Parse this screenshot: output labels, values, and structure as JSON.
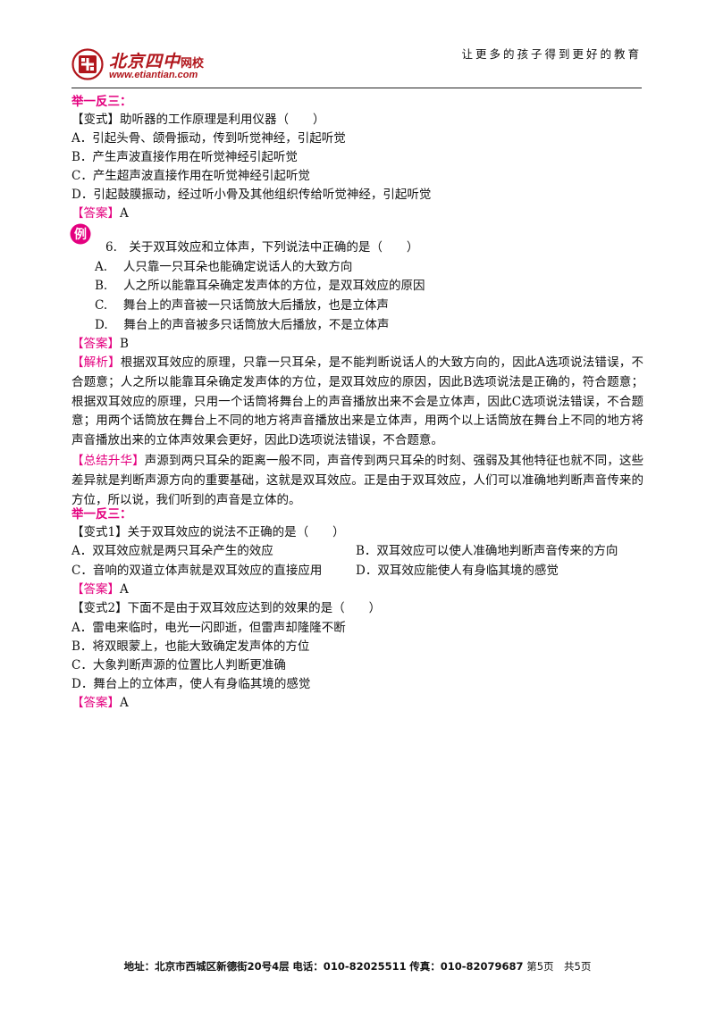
{
  "header": {
    "logo_text": "北京四中",
    "logo_suffix": "网校",
    "logo_url": "www.etiantian.com",
    "slogan": "让更多的孩子得到更好的教育"
  },
  "sections": {
    "s1_title": "举一反三：",
    "s1_q": "【变式】助听器的工作原理是利用仪器（　　）",
    "s1_options": [
      "A．引起头骨、颌骨振动，传到听觉神经，引起听觉",
      "B．产生声波直接作用在听觉神经引起听觉",
      "C．产生超声波直接作用在听觉神经引起听觉",
      "D．引起鼓膜振动，经过听小骨及其他组织传给听觉神经，引起听觉"
    ],
    "s1_answer_tag": "【答案】",
    "s1_answer": "A",
    "example_badge": "例",
    "ex6_q": "6.　关于双耳效应和立体声，下列说法中正确的是（　　）",
    "ex6_options": [
      "A.　 人只靠一只耳朵也能确定说话人的大致方向",
      "B.　 人之所以能靠耳朵确定发声体的方位，是双耳效应的原因",
      "C.　 舞台上的声音被一只话筒放大后播放，也是立体声",
      "D.　 舞台上的声音被多只话筒放大后播放，不是立体声"
    ],
    "ex6_answer_tag": "【答案】",
    "ex6_answer": "B",
    "ex6_analysis_tag": "【解析】",
    "ex6_analysis": "根据双耳效应的原理，只靠一只耳朵，是不能判断说话人的大致方向的，因此A选项说法错误，不合题意；人之所以能靠耳朵确定发声体的方位，是双耳效应的原因，因此B选项说法是正确的，符合题意；根据双耳效应的原理，只用一个话筒将舞台上的声音播放出来不会是立体声，因此C选项说法错误，不合题意；用两个话筒放在舞台上不同的地方将声音播放出来是立体声，用两个以上话筒放在舞台上不同的地方将声音播放出来的立体声效果会更好，因此D选项说法错误，不合题意。",
    "ex6_summary_tag": "【总结升华】",
    "ex6_summary": "声源到两只耳朵的距离一般不同，声音传到两只耳朵的时刻、强弱及其他特征也就不同，这些差异就是判断声源方向的重要基础，这就是双耳效应。正是由于双耳效应，人们可以准确地判断声音传来的方位，所以说，我们听到的声音是立体的。",
    "s2_title": "举一反三：",
    "v1_q": "【变式1】关于双耳效应的说法不正确的是（　　）",
    "v1_options": [
      "A．双耳效应就是两只耳朵产生的效应",
      "B．双耳效应可以使人准确地判断声音传来的方向",
      "C．音响的双道立体声就是双耳效应的直接应用",
      "D．双耳效应能使人有身临其境的感觉"
    ],
    "v1_answer_tag": "【答案】",
    "v1_answer": "A",
    "v2_q": "【变式2】下面不是由于双耳效应达到的效果的是（　　）",
    "v2_options": [
      "A．雷电来临时，电光一闪即逝，但雷声却隆隆不断",
      "B．将双眼蒙上，也能大致确定发声体的方位",
      "C．大象判断声源的位置比人判断更准确",
      "D．舞台上的立体声，使人有身临其境的感觉"
    ],
    "v2_answer_tag": "【答案】",
    "v2_answer": "A"
  },
  "footer": {
    "address_label": "地址：北京市西城区新德街20号4层",
    "phone_label": "电话：010-82025511",
    "fax_label": "传真：010-82079687",
    "page_info": "第5页　共5页"
  },
  "colors": {
    "accent": "#e4007f",
    "logo_red": "#b1161c"
  }
}
